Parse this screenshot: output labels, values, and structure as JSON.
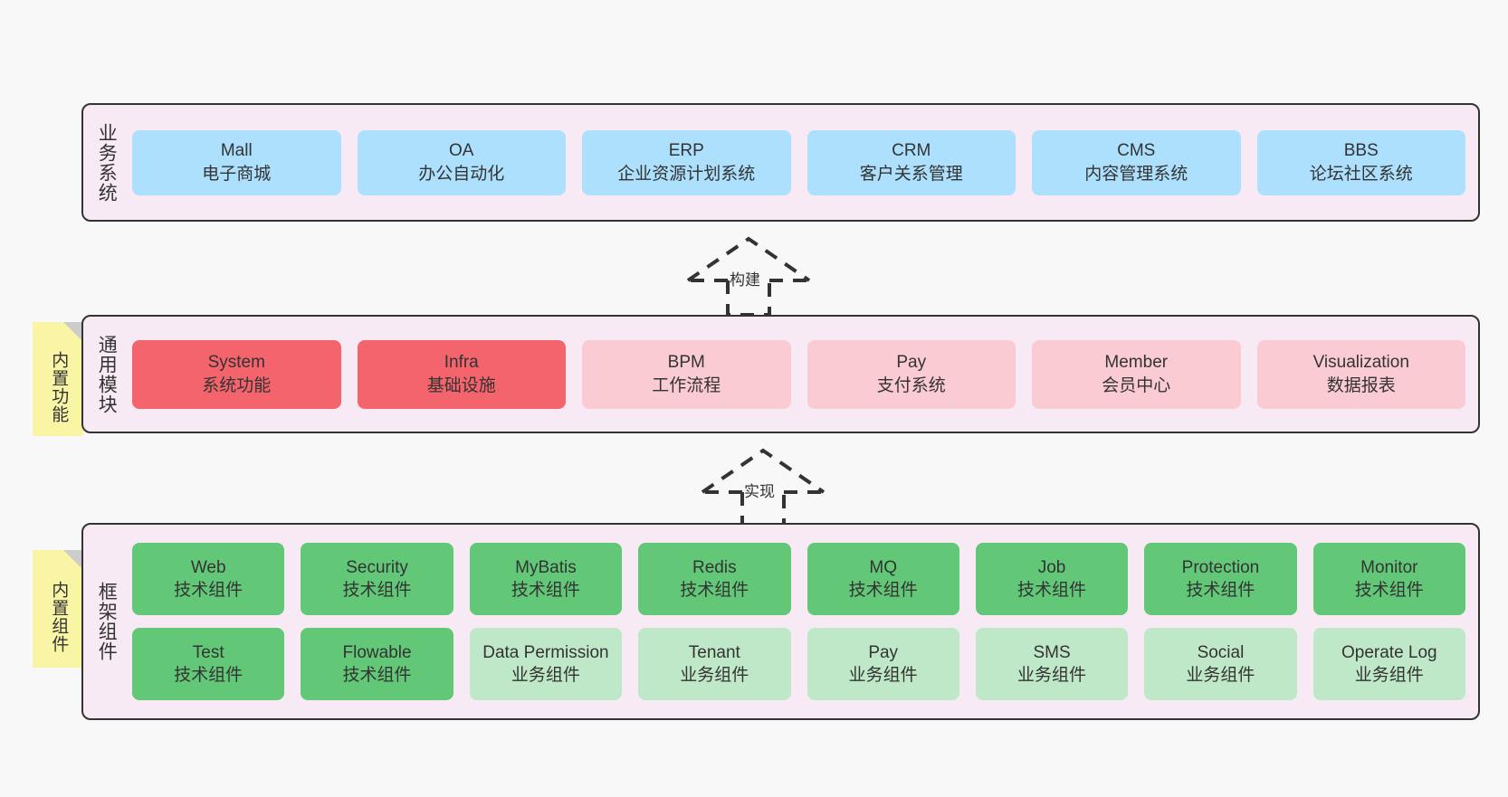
{
  "diagram": {
    "title": "",
    "colors": {
      "panel_bg": "#f8eaf4",
      "panel_border": "#333333",
      "blue": "#ace0fd",
      "red": "#f4646d",
      "pink": "#fbcbd3",
      "green": "#62c878",
      "green_light": "#bfe8c8",
      "note_yellow": "#faf5a4",
      "note_fold": "#cccccc",
      "page_bg": "#f8f8f8"
    }
  },
  "layers": [
    {
      "id": "business",
      "label": "业务系统",
      "note": null,
      "rows": [
        {
          "cells": [
            {
              "name": "Mall",
              "desc": "电子商城",
              "color": "blue"
            },
            {
              "name": "OA",
              "desc": "办公自动化",
              "color": "blue"
            },
            {
              "name": "ERP",
              "desc": "企业资源计划系统",
              "color": "blue"
            },
            {
              "name": "CRM",
              "desc": "客户关系管理",
              "color": "blue"
            },
            {
              "name": "CMS",
              "desc": "内容管理系统",
              "color": "blue"
            },
            {
              "name": "BBS",
              "desc": "论坛社区系统",
              "color": "blue"
            }
          ]
        }
      ]
    },
    {
      "id": "common",
      "label": "通用模块",
      "note": "内置功能",
      "rows": [
        {
          "cells": [
            {
              "name": "System",
              "desc": "系统功能",
              "color": "red"
            },
            {
              "name": "Infra",
              "desc": "基础设施",
              "color": "red"
            },
            {
              "name": "BPM",
              "desc": "工作流程",
              "color": "pink"
            },
            {
              "name": "Pay",
              "desc": "支付系统",
              "color": "pink"
            },
            {
              "name": "Member",
              "desc": "会员中心",
              "color": "pink"
            },
            {
              "name": "Visualization",
              "desc": "数据报表",
              "color": "pink"
            }
          ]
        }
      ]
    },
    {
      "id": "framework",
      "label": "框架组件",
      "note": "内置组件",
      "rows": [
        {
          "cells": [
            {
              "name": "Web",
              "desc": "技术组件",
              "color": "green"
            },
            {
              "name": "Security",
              "desc": "技术组件",
              "color": "green"
            },
            {
              "name": "MyBatis",
              "desc": "技术组件",
              "color": "green"
            },
            {
              "name": "Redis",
              "desc": "技术组件",
              "color": "green"
            },
            {
              "name": "MQ",
              "desc": "技术组件",
              "color": "green"
            },
            {
              "name": "Job",
              "desc": "技术组件",
              "color": "green"
            },
            {
              "name": "Protection",
              "desc": "技术组件",
              "color": "green"
            },
            {
              "name": "Monitor",
              "desc": "技术组件",
              "color": "green"
            }
          ]
        },
        {
          "cells": [
            {
              "name": "Test",
              "desc": "技术组件",
              "color": "green"
            },
            {
              "name": "Flowable",
              "desc": "技术组件",
              "color": "green"
            },
            {
              "name": "Data Permission",
              "desc": "业务组件",
              "color": "green_light"
            },
            {
              "name": "Tenant",
              "desc": "业务组件",
              "color": "green_light"
            },
            {
              "name": "Pay",
              "desc": "业务组件",
              "color": "green_light"
            },
            {
              "name": "SMS",
              "desc": "业务组件",
              "color": "green_light"
            },
            {
              "name": "Social",
              "desc": "业务组件",
              "color": "green_light"
            },
            {
              "name": "Operate Log",
              "desc": "业务组件",
              "color": "green_light"
            }
          ]
        }
      ]
    }
  ],
  "connectors": [
    {
      "id": "build",
      "label": "构建",
      "style": "dashed-hollow-arrow",
      "direction": "up"
    },
    {
      "id": "impl",
      "label": "实现",
      "style": "dashed-hollow-arrow",
      "direction": "up"
    }
  ]
}
